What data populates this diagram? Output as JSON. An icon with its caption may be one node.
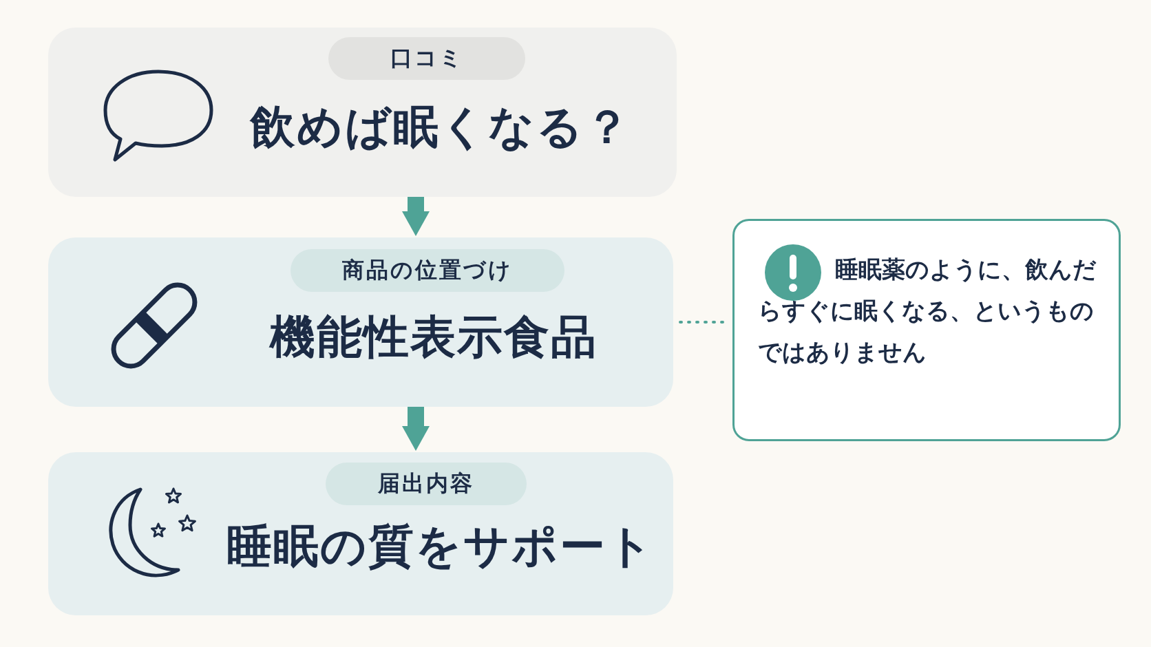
{
  "diagram": {
    "nodes": [
      {
        "text": [
          "飲めば眠くなる？"
        ]
      },
      {
        "text": [
          "口コミ"
        ],
        "in": 0
      },
      {
        "text": [
          "機能性表示食品"
        ]
      },
      {
        "text": [
          "商品の位置づけ"
        ],
        "in": 2
      },
      {
        "text": [
          "睡眠の質をサポート"
        ]
      },
      {
        "text": [
          "届出内容"
        ],
        "in": 4
      },
      {
        "text": [
          "睡眠薬のように、飲んだらすぐに眠くなる、というものではありません"
        ]
      }
    ],
    "edges": [
      {
        "from": 0,
        "to": 2,
        "arrow": "to"
      },
      {
        "from": 2,
        "to": 4,
        "arrow": "to"
      },
      {
        "from": 2,
        "to": 6,
        "arrow": "none",
        "style": "dashed"
      }
    ]
  }
}
